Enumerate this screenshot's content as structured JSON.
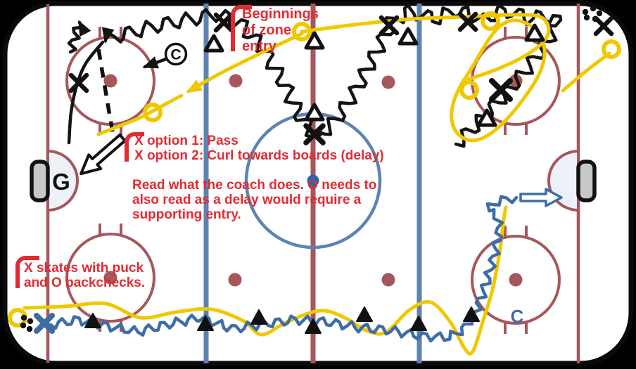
{
  "annotations": {
    "zone_entry_line1": "Beginnings",
    "zone_entry_line2": "of zone",
    "zone_entry_line3": "entry",
    "option1": "X option 1: Pass",
    "option2": "X option 2: Curl towards boards (delay)",
    "read_line1": "Read what the coach does. O needs to",
    "read_line2": "also read as a delay would require a",
    "read_line3": "supporting entry.",
    "skates_line1": "X skates with puck",
    "skates_line2": "and O backchecks."
  },
  "labels": {
    "goalie": "G",
    "coach_circled": "C",
    "coach_bottom": "C"
  },
  "markers": {
    "x_marker": "x-player",
    "o_marker": "o-player",
    "triangle_open": "open-triangle",
    "triangle_filled": "cone-triangle",
    "puck": "puck-dot"
  },
  "colors": {
    "red_text": "#e12b33",
    "rink_maroon": "#a6575b",
    "rink_blue": "#5d83b3",
    "path_yellow": "#f0c800",
    "path_blue": "#3e6da6",
    "path_black": "#141414",
    "center_dot_blue": "#2a67b2",
    "crease_fill": "#edf2f9",
    "goal_grey": "#c7c7c7"
  }
}
